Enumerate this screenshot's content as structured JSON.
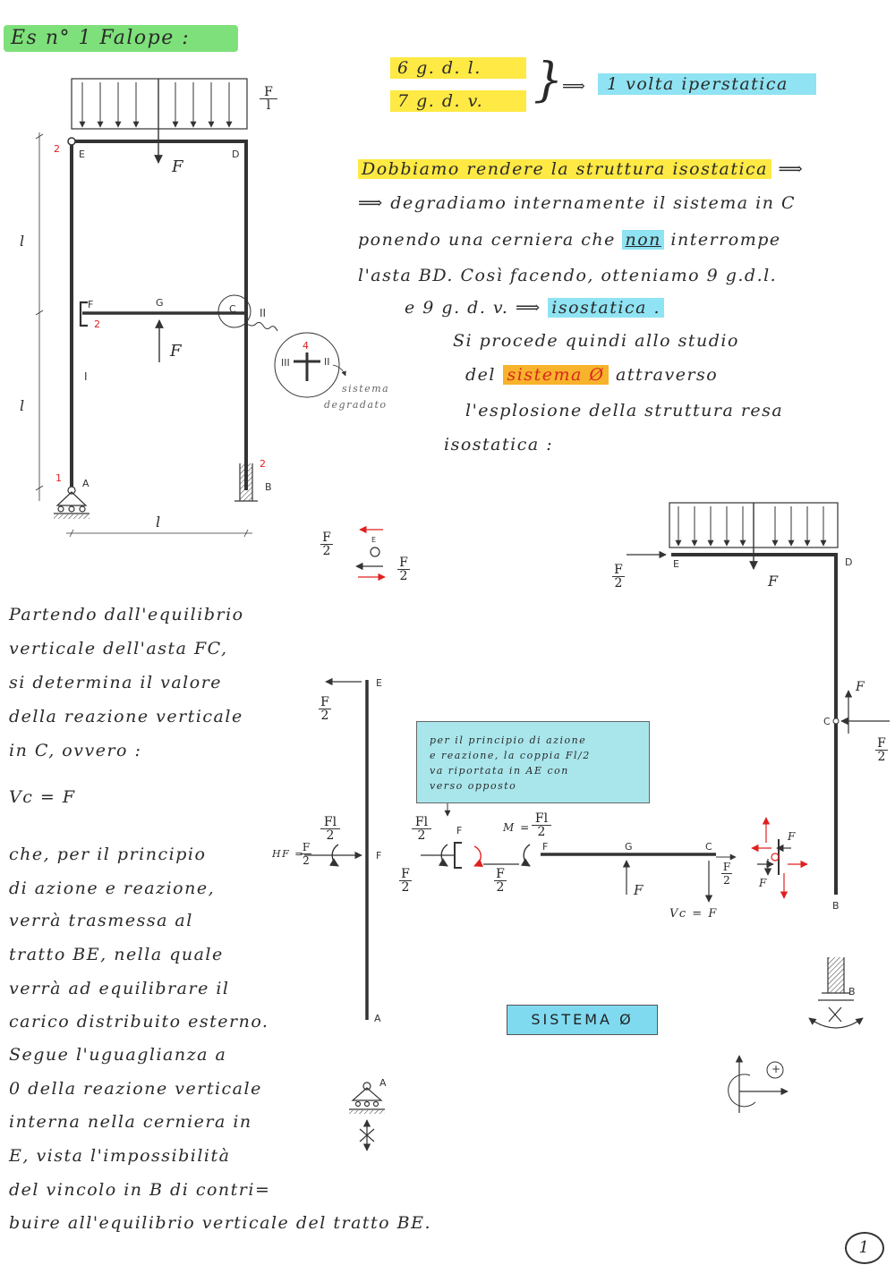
{
  "title": "Es n° 1 Falope :",
  "gdl": {
    "line1": "6 g. d. l.",
    "line2": "7 g. d. v.",
    "result": "1 volta iperstatica"
  },
  "paragraph": {
    "line1": "Dobbiamo rendere la struttura isostatica",
    "line2": "degradiamo internamente il sistema in C",
    "line3a": "ponendo una cerniera che ",
    "line3b": "non",
    "line3c": " interrompe",
    "line4": "l'asta BD. Così facendo, otteniamo 9 g.d.l.",
    "line5a": "e 9 g. d. v. ",
    "line5b": "isostatica .",
    "line6": "Si procede quindi allo studio",
    "line7a": "del ",
    "line7b": "sistema Ø",
    "line7c": " attraverso",
    "line8": "l'esplosione della struttura resa",
    "line9": "isostatica :"
  },
  "left_text": [
    "Partendo dall'equilibrio",
    "verticale dell'asta FC,",
    "si determina il valore",
    "della reazione verticale",
    "in C, ovvero :",
    "Vc = F",
    "che, per il principio",
    "di azione e reazione,",
    "verrà trasmessa al",
    "tratto BE, nella quale",
    "verrà ad equilibrare il",
    "carico distribuito esterno.",
    "Segue l'uguaglianza a",
    "0 della reazione verticale",
    "interna nella cerniera in",
    "E, vista l'impossibilità",
    "del vincolo in B di contri=",
    "buire all'equilibrio verticale del tratto BE."
  ],
  "note": {
    "line1": "per il principio di azione",
    "line2": "e reazione, la coppia Fl/2",
    "line3": "va riportata in AE con",
    "line4": "verso opposto"
  },
  "system_label": "SISTEMA Ø",
  "page_number": "1",
  "structure_labels": {
    "F_over_l_num": "F",
    "F_over_l_den": "l",
    "E": "E",
    "D": "D",
    "F": "F",
    "G": "G",
    "C": "C",
    "A": "A",
    "B": "B",
    "load_F": "F",
    "length_l": "l",
    "roman_I": "I",
    "roman_II": "II",
    "roman_III": "III",
    "red_2a": "2",
    "red_2b": "2",
    "red_1": "1",
    "red_2c": "2",
    "red_4": "4",
    "sistema_degradato_1": "sistema",
    "sistema_degradato_2": "degradato"
  },
  "explosion_labels": {
    "F": "F",
    "half": "2",
    "Fl": "Fl",
    "E": "E",
    "Fpt": "F",
    "A": "A",
    "B": "B",
    "C": "C",
    "D": "D",
    "G": "G",
    "HF": "HF =",
    "M": "M =",
    "Vc": "Vc = F",
    "plus": "+"
  }
}
